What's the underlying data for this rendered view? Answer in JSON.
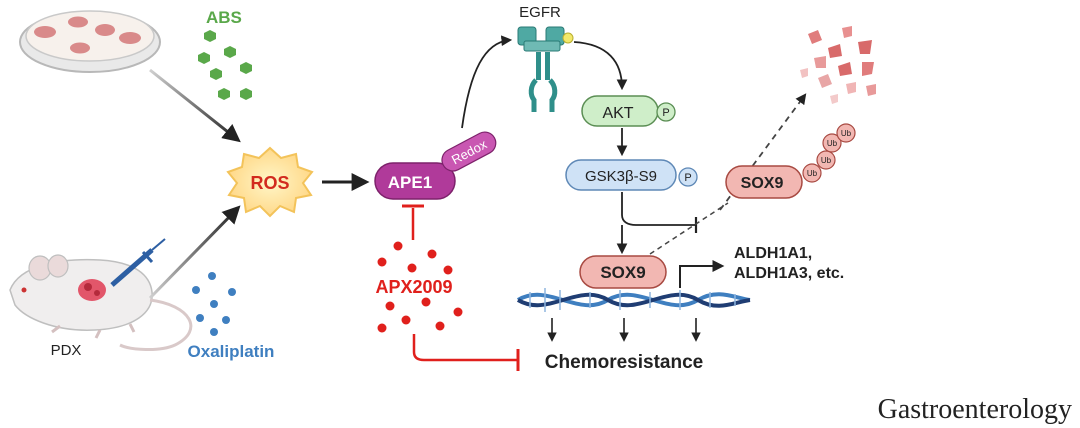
{
  "labels": {
    "abs": "ABS",
    "ros": "ROS",
    "pdx": "PDX",
    "oxaliplatin": "Oxaliplatin",
    "egfr": "EGFR",
    "ape1": "APE1",
    "redox": "Redox",
    "apx2009": "APX2009",
    "akt": "AKT",
    "phospho": "P",
    "gsk3b": "GSK3β-S9",
    "sox9_degraded": "SOX9",
    "ubiquitin": "Ub",
    "sox9": "SOX9",
    "aldh_line1": "ALDH1A1,",
    "aldh_line2": "ALDH1A3, etc.",
    "chemoresistance": "Chemoresistance",
    "journal": "Gastroenterology"
  },
  "colors": {
    "abs_green": "#5aa84a",
    "oxali_blue": "#3f7fc0",
    "ros_text": "#d22a1e",
    "ape1_purple": "#b03a9a",
    "apx_red": "#e0201c",
    "akt_green": "#cfeec9",
    "gsk_blue": "#cfe2f6",
    "sox9_red": "#f2b7b2",
    "egfr_teal": "#2f8f8a"
  }
}
